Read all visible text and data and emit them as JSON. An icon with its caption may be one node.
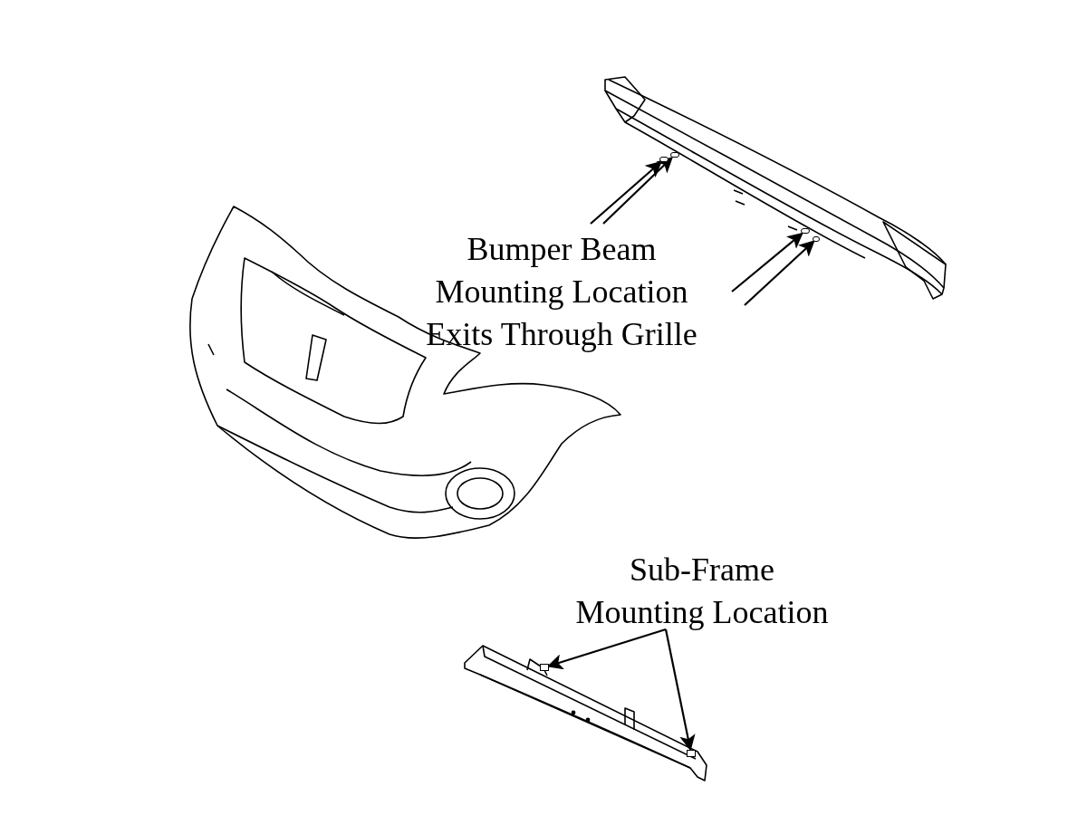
{
  "diagram": {
    "nodes": [
      {
        "text": [
          "Bumper Beam Mounting Location Exits Through Grille"
        ]
      },
      {
        "text": [
          "Sub-Frame Mounting Location"
        ]
      },
      {
        "text": [],
        "shape": "circle"
      },
      {
        "text": [],
        "shape": "circle"
      },
      {
        "text": [],
        "shape": "circle"
      },
      {
        "text": [],
        "shape": "circle"
      },
      {
        "text": [],
        "shape": "box"
      },
      {
        "text": [],
        "shape": "box"
      }
    ],
    "edges": [
      {
        "from": 0,
        "to": 2,
        "arrow": "to"
      },
      {
        "from": 0,
        "to": 3,
        "arrow": "to"
      },
      {
        "from": 0,
        "to": 4,
        "arrow": "to"
      },
      {
        "from": 0,
        "to": 5,
        "arrow": "to"
      },
      {
        "from": 1,
        "to": 6,
        "arrow": "to"
      },
      {
        "from": 1,
        "to": 7,
        "arrow": "to"
      }
    ]
  }
}
